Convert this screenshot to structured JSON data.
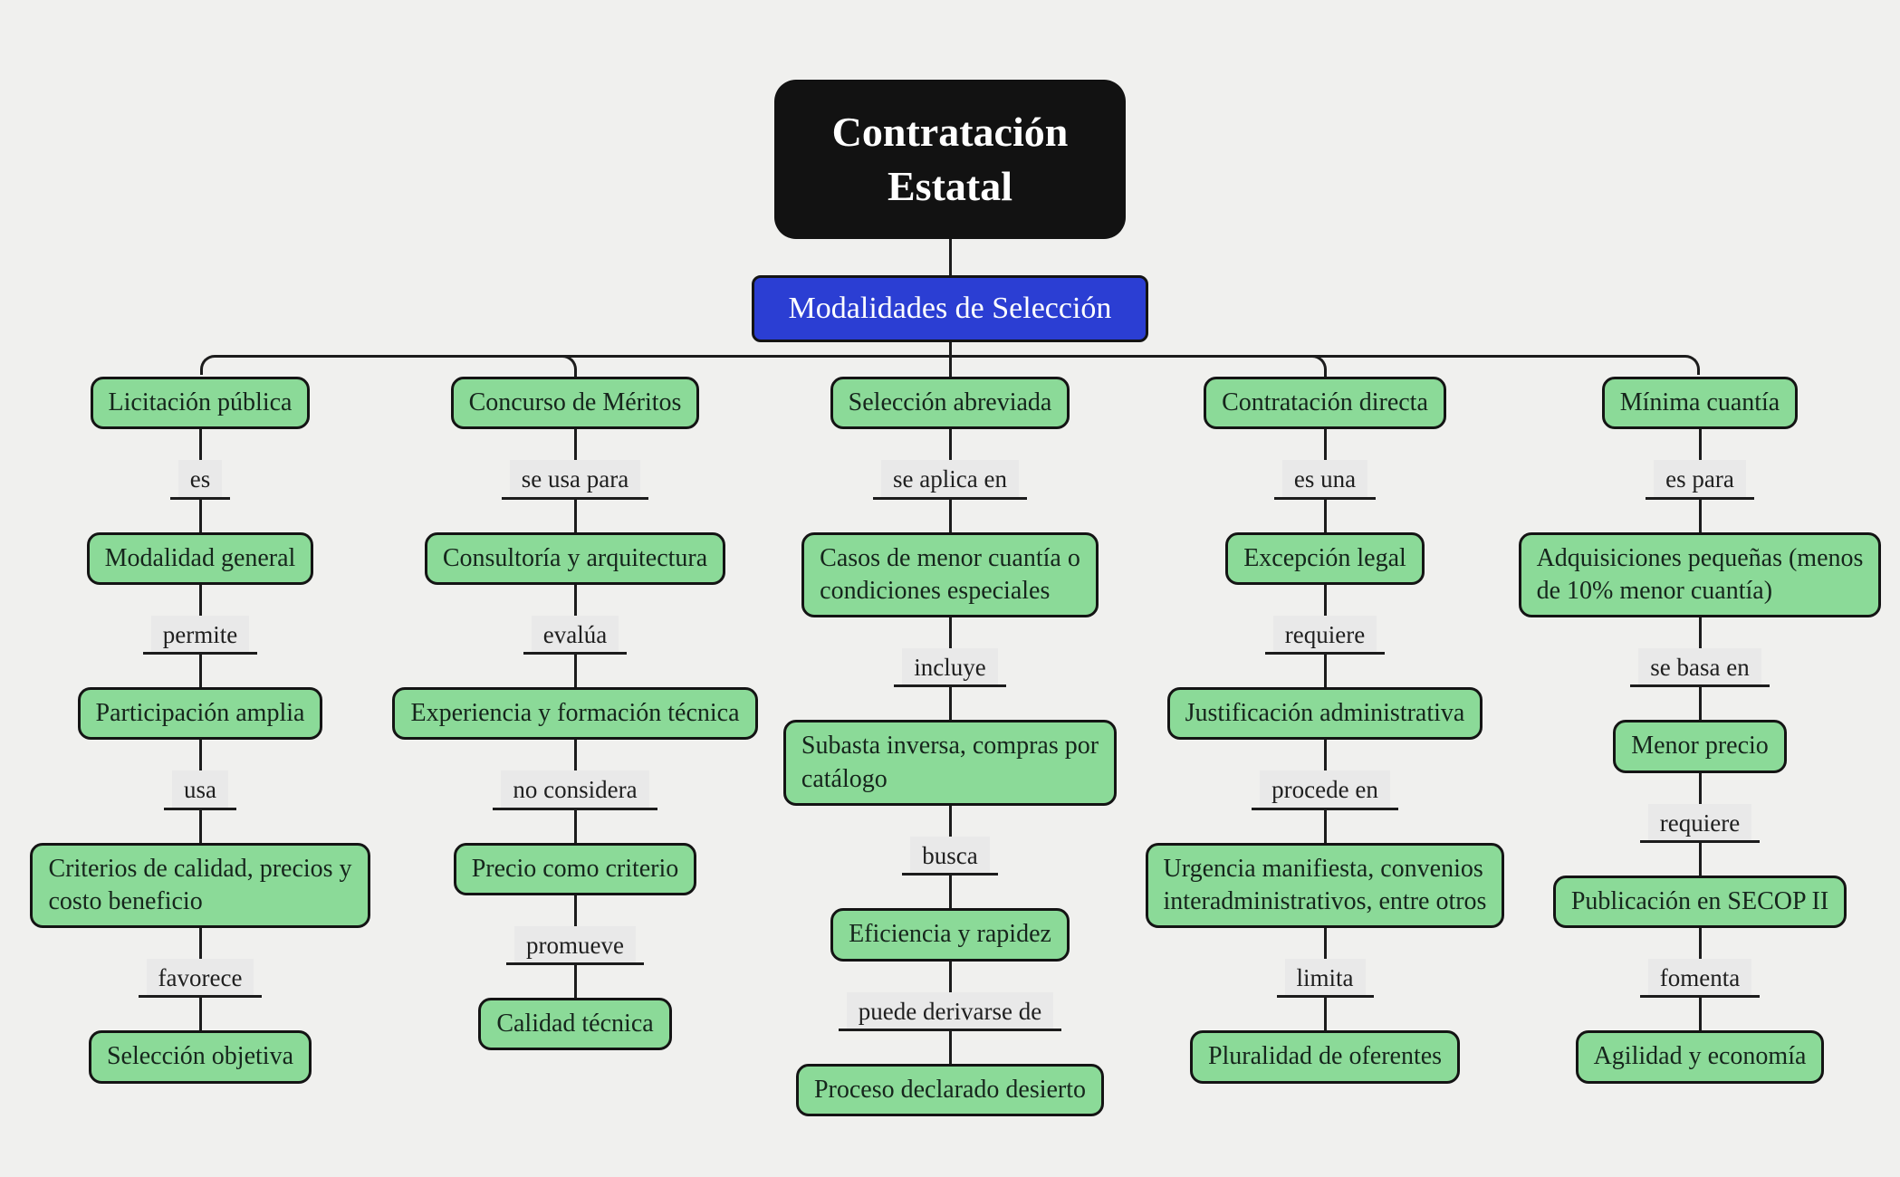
{
  "title": "Contratación Estatal - Mapa conceptual",
  "colors": {
    "background": "#f0f0ee",
    "line": "#1c1c1c",
    "node_fill": "#8bda98",
    "node_border": "#141414",
    "root_fill": "#121212",
    "hub_fill": "#2b3ed3",
    "label_bg": "#e9e9e9"
  },
  "root": {
    "label": "Contratación\nEstatal"
  },
  "hub": {
    "label": "Modalidades de Selección"
  },
  "branches": [
    {
      "name": "Licitación pública",
      "nodes": [
        "Licitación pública",
        "Modalidad general",
        "Participación amplia",
        "Criterios de calidad, precios y\ncosto beneficio",
        "Selección objetiva"
      ],
      "edges": [
        "es",
        "permite",
        "usa",
        "favorece"
      ]
    },
    {
      "name": "Concurso de Méritos",
      "nodes": [
        "Concurso de Méritos",
        "Consultoría y arquitectura",
        "Experiencia y formación técnica",
        "Precio como criterio",
        "Calidad técnica"
      ],
      "edges": [
        "se usa para",
        "evalúa",
        "no considera",
        "promueve"
      ]
    },
    {
      "name": "Selección abreviada",
      "nodes": [
        "Selección abreviada",
        "Casos de menor cuantía o\ncondiciones especiales",
        "Subasta inversa, compras por\ncatálogo",
        "Eficiencia y rapidez",
        "Proceso declarado desierto"
      ],
      "edges": [
        "se aplica en",
        "incluye",
        "busca",
        "puede derivarse de"
      ]
    },
    {
      "name": "Contratación directa",
      "nodes": [
        "Contratación directa",
        "Excepción legal",
        "Justificación administrativa",
        "Urgencia manifiesta, convenios\ninteradministrativos, entre otros",
        "Pluralidad de oferentes"
      ],
      "edges": [
        "es una",
        "requiere",
        "procede en",
        "limita"
      ]
    },
    {
      "name": "Mínima cuantía",
      "nodes": [
        "Mínima cuantía",
        "Adquisiciones pequeñas (menos\nde 10% menor cuantía)",
        "Menor precio",
        "Publicación en SECOP II",
        "Agilidad y economía"
      ],
      "edges": [
        "es para",
        "se basa en",
        "requiere",
        "fomenta"
      ]
    }
  ]
}
